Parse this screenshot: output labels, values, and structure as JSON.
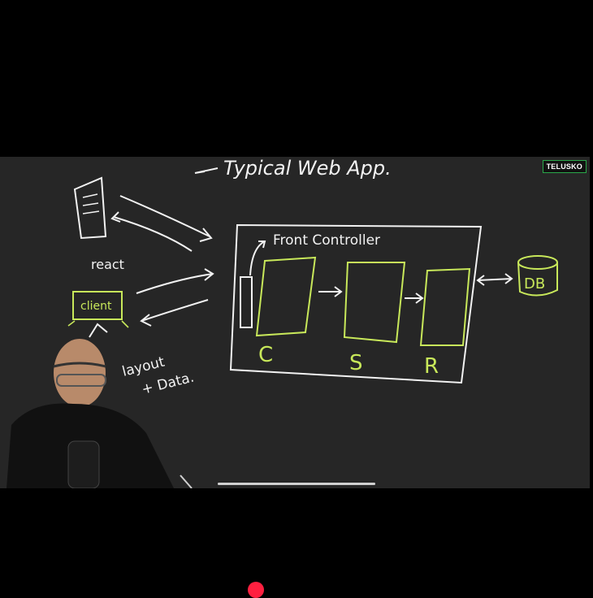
{
  "video": {
    "watermark": "TELUSKO",
    "progress_fraction": 1.0
  },
  "whiteboard": {
    "title": "Typical Web App.",
    "front_controller_label": "Front Controller",
    "react_label": "react",
    "client_label": "client",
    "layout_label_line1": "layout",
    "layout_label_line2": "+ Data.",
    "controller_label": "C",
    "service_label": "S",
    "repository_label": "R",
    "db_label": "DB"
  },
  "colors": {
    "chalk": "#f2f2f2",
    "highlight": "#c8e85a",
    "board": "#262626",
    "record": "#ff2040"
  }
}
